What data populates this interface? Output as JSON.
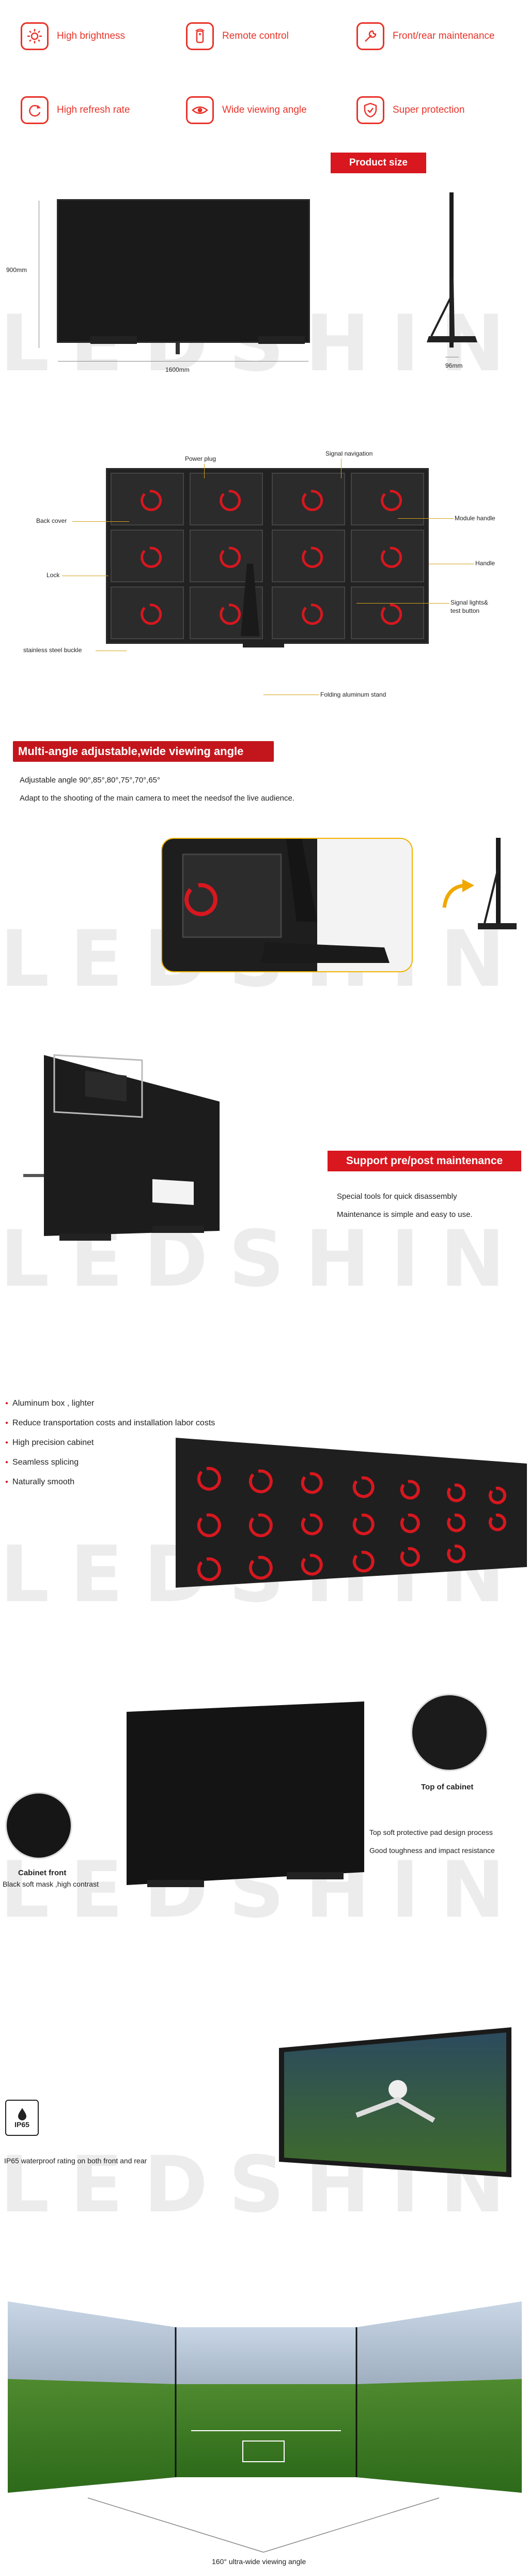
{
  "watermark": "LEDSHINE",
  "features": [
    {
      "label": "High brightness",
      "icon": "sun-icon"
    },
    {
      "label": "Remote control",
      "icon": "remote-control-icon"
    },
    {
      "label": "Front/rear maintenance",
      "icon": "maintenance-icon"
    },
    {
      "label": "High refresh rate",
      "icon": "refresh-icon"
    },
    {
      "label": "Wide viewing angle",
      "icon": "eye-icon"
    },
    {
      "label": "Super protection",
      "icon": "shield-icon"
    }
  ],
  "product_size": {
    "title": "Product size",
    "height_label": "900mm",
    "width_label": "1600mm",
    "depth_label": "96mm"
  },
  "parts": {
    "power_plug": "Power plug",
    "signal_navigation": "Signal navigation",
    "back_cover": "Back cover",
    "module_handle": "Module handle",
    "lock": "Lock",
    "handle": "Handle",
    "signal_lightsb": "Signal lights&",
    "test_button": "test button",
    "buckle": "stainless steel buckle",
    "stand": "Folding aluminum stand"
  },
  "angle_section": {
    "title": "Multi-angle adjustable,wide viewing angle",
    "line1": "Adjustable angle 90°,85°,80°,75°,70°,65°",
    "line2": "Adapt to the shooting of the main camera to meet the needsof the live audience."
  },
  "maintenance_section": {
    "title": "Support pre/post maintenance",
    "line1": "Special tools for quick disassembly",
    "line2": "Maintenance is simple and easy to use."
  },
  "benefits": [
    "Aluminum box , lighter",
    "Reduce transportation costs and installation labor costs",
    "High precision cabinet",
    "Seamless splicing",
    "Naturally smooth"
  ],
  "cabinet_section": {
    "top_title": "Top of cabinet",
    "top_line1": "Top soft protective pad design process",
    "top_line2": "Good toughness and impact resistance",
    "front_title": "Cabinet front",
    "front_line1": "Black soft mask ,high contrast"
  },
  "waterproof": {
    "badge": "IP65",
    "text": "IP65 waterproof rating on both front and rear"
  },
  "viewing": {
    "text": "160° ultra-wide viewing angle"
  },
  "colors": {
    "accent": "#d8171f",
    "leader": "#d4a21a"
  }
}
